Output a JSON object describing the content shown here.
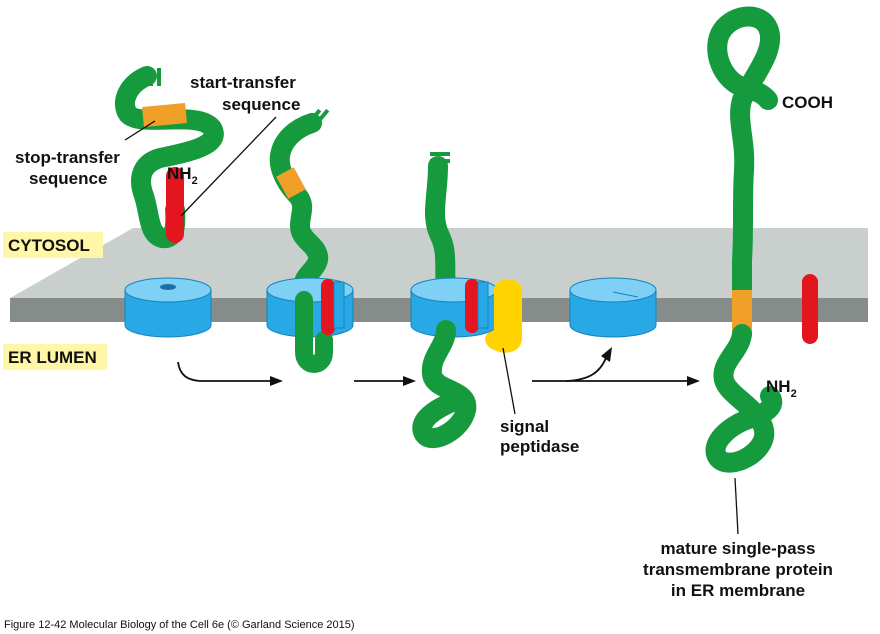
{
  "regions": {
    "cytosol": "CYTOSOL",
    "er_lumen": "ER LUMEN"
  },
  "labels": {
    "start_transfer_1": "start-transfer",
    "start_transfer_2": "sequence",
    "stop_transfer_1": "stop-transfer",
    "stop_transfer_2": "sequence",
    "nh2_top": "NH",
    "nh2_top_sub": "2",
    "signal_1": "signal",
    "signal_2": "peptidase",
    "cooh": "COOH",
    "nh2_bottom": "NH",
    "nh2_bottom_sub": "2",
    "mature_1": "mature single-pass",
    "mature_2": "transmembrane protein",
    "mature_3": "in ER membrane"
  },
  "caption": "Figure 12-42  Molecular Biology of the Cell 6e (© Garland Science 2015)",
  "colors": {
    "chain": "#169a3e",
    "start_transfer": "#f0a028",
    "stop_transfer": "#e3151e",
    "translocator": "#29a8e6",
    "translocator_top": "#7fd0f5",
    "peptidase": "#ffd200",
    "membrane_top": "#c9cfcc",
    "membrane_front": "#858c89",
    "region_box": "#fff6a8"
  }
}
